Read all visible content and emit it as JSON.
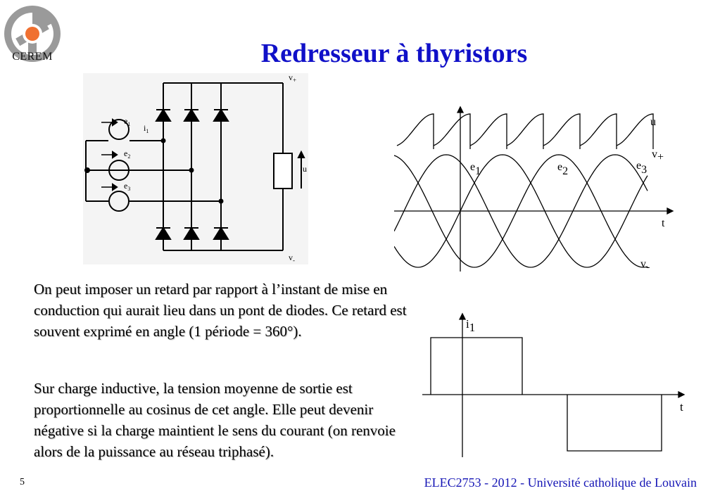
{
  "logo": {
    "text": "CEREM",
    "icon": "gear-logo-icon"
  },
  "title": "Redresseur à thyristors",
  "circuit": {
    "e1": "e",
    "e1_sub": "1",
    "e2": "e",
    "e2_sub": "2",
    "e3": "e",
    "e3_sub": "3",
    "i1": "i",
    "i1_sub": "1",
    "vplus": "v",
    "vplus_sub": "+",
    "vminus": "v",
    "vminus_sub": "-",
    "u": "u"
  },
  "waveforms": {
    "u": "u",
    "e1": "e",
    "e1_sub": "1",
    "e2": "e",
    "e2_sub": "2",
    "e3": "e",
    "e3_sub": "3",
    "vplus": "v",
    "vplus_sub": "+",
    "vminus": "v",
    "vminus_sub": "-",
    "t": "t"
  },
  "current_plot": {
    "i1": "i",
    "i1_sub": "1",
    "t": "t"
  },
  "paragraphs": {
    "p1": "On peut imposer un retard par rapport à l’instant de mise en conduction qui aurait lieu dans un pont de diodes. Ce retard est souvent exprimé en angle (1 période = 360°).",
    "p2": "Sur charge inductive, la tension moyenne de sortie est proportionnelle au cosinus de cet angle. Elle peut devenir négative si la charge maintient le sens du courant (on renvoie alors de la puissance au réseau triphasé)."
  },
  "footer": {
    "page_number": "5",
    "text": "ELEC2753 - 2012 - Université catholique de Louvain"
  }
}
